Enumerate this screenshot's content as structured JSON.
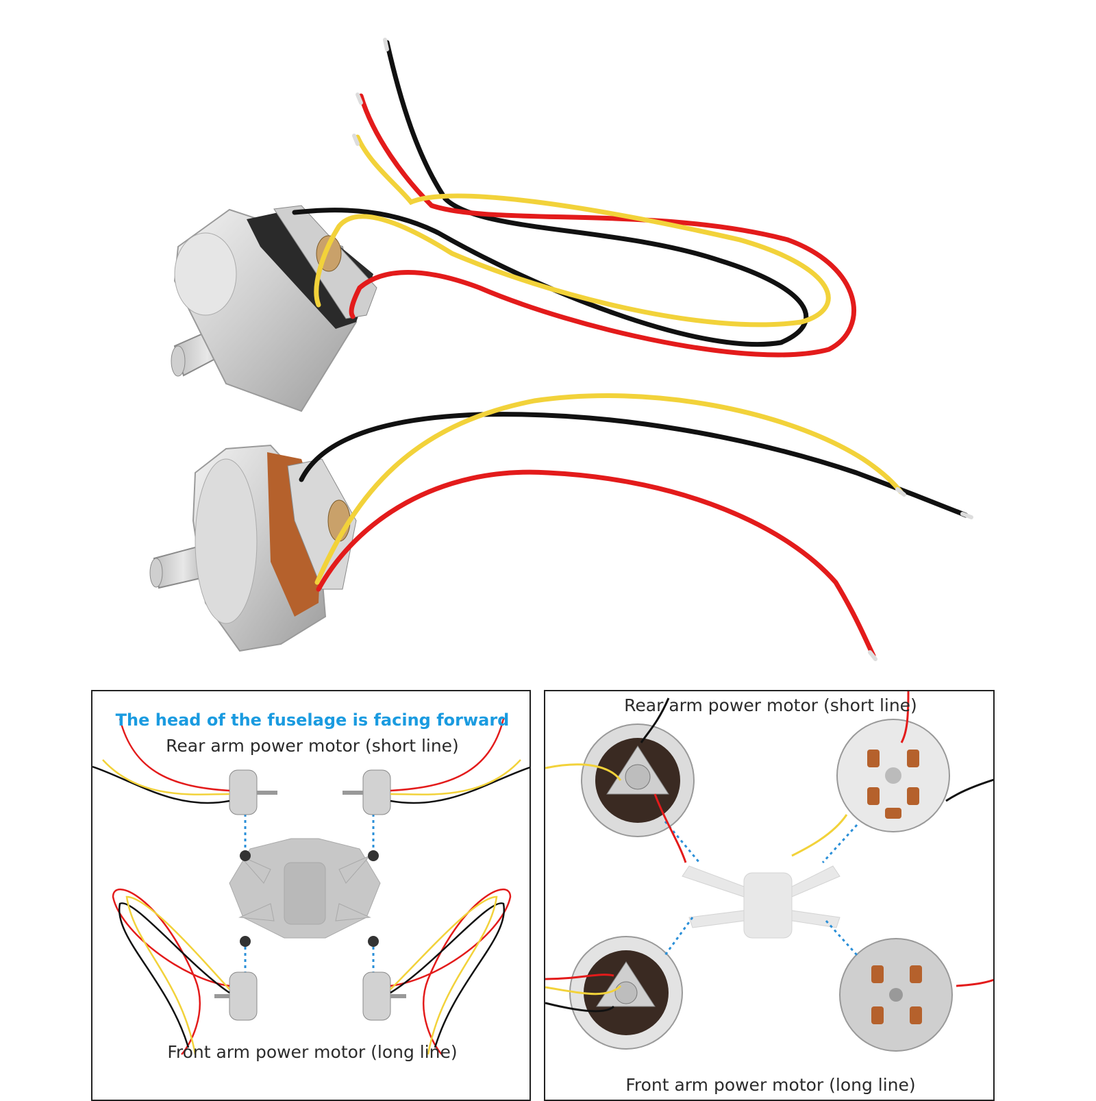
{
  "left_panel": {
    "heading": "The head of the fuselage is facing forward",
    "rear_label": "Rear arm power motor (short line)",
    "front_label": "Front arm power motor (long line)"
  },
  "right_panel": {
    "rear_label": "Rear arm power motor (short line)",
    "front_label": "Front arm power motor (long line)"
  },
  "colors": {
    "wire_black": "#111111",
    "wire_red": "#e31b1b",
    "wire_yellow": "#f2d23a",
    "motor_silver": "#d4d4d4",
    "highlight_blue": "#1a9be0",
    "guide_dots": "#2a8fd8"
  }
}
